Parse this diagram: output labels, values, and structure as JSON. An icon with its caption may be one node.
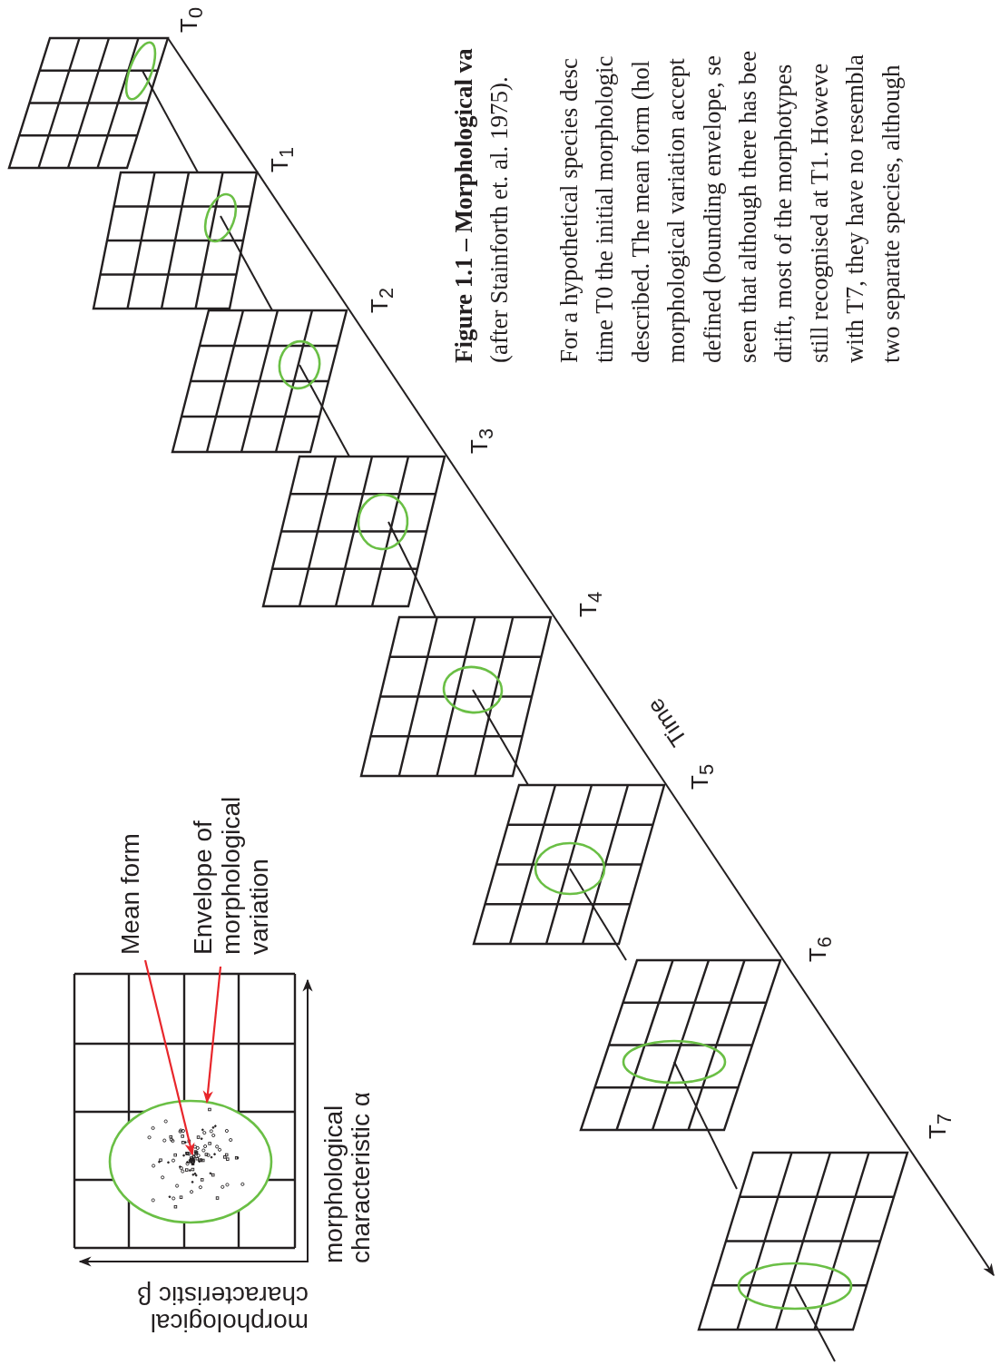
{
  "diagram": {
    "title": "Figure 1.1 – Morphological va",
    "caption": "(after Stainforth et. al. 1975).",
    "nodes": [
      {
        "text": [
          "Mean form"
        ]
      },
      {
        "text": [
          "Envelope of morphological variation"
        ]
      },
      {
        "text": [],
        "shape": "ellipse"
      }
    ],
    "edges": [
      {
        "from": 0,
        "to": 2,
        "arrow": "to"
      },
      {
        "from": 1,
        "to": 2,
        "arrow": "to"
      }
    ],
    "labels": [
      "T$_{0}$",
      "T$_{1}$",
      "T$_{2}$",
      "T$_{3}$",
      "T$_{4}$",
      "T$_{5}$",
      "T$_{6}$",
      "T$_{7}$",
      "Time",
      "morphological characteristic α",
      "morphological characteristic β",
      "For a hypothetical species desc",
      "time T0 the initial morphologic",
      "described.  The mean form (hol",
      "morphological variation accept",
      "defined (bounding envelope, se",
      "seen that although there has bee",
      "drift, most of the morphotypes",
      "still recognised at T1.  Howeve",
      "with T7, they have no resembla",
      "two separate species, although"
    ]
  }
}
